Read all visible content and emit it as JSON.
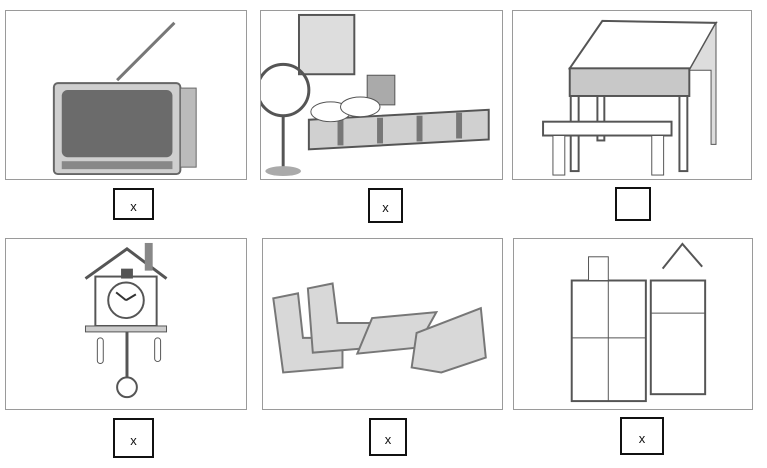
{
  "worksheet": {
    "items": [
      {
        "id": "tv",
        "label": "television",
        "icon": "television-icon",
        "mark": "x"
      },
      {
        "id": "bed",
        "label": "bed",
        "icon": "bed-icon",
        "mark": "x"
      },
      {
        "id": "desk",
        "label": "desk and bench",
        "icon": "desk-icon",
        "mark": ""
      },
      {
        "id": "clock",
        "label": "cuckoo clock",
        "icon": "clock-icon",
        "mark": "x"
      },
      {
        "id": "sofa",
        "label": "sofa set",
        "icon": "sofa-icon",
        "mark": "x"
      },
      {
        "id": "cupboard",
        "label": "cupboard and fridge",
        "icon": "cupboard-fridge-icon",
        "mark": "x"
      }
    ]
  },
  "colors": {
    "border": "#9a9a9a",
    "checkbox_border": "#111111",
    "ink": "#555555"
  }
}
